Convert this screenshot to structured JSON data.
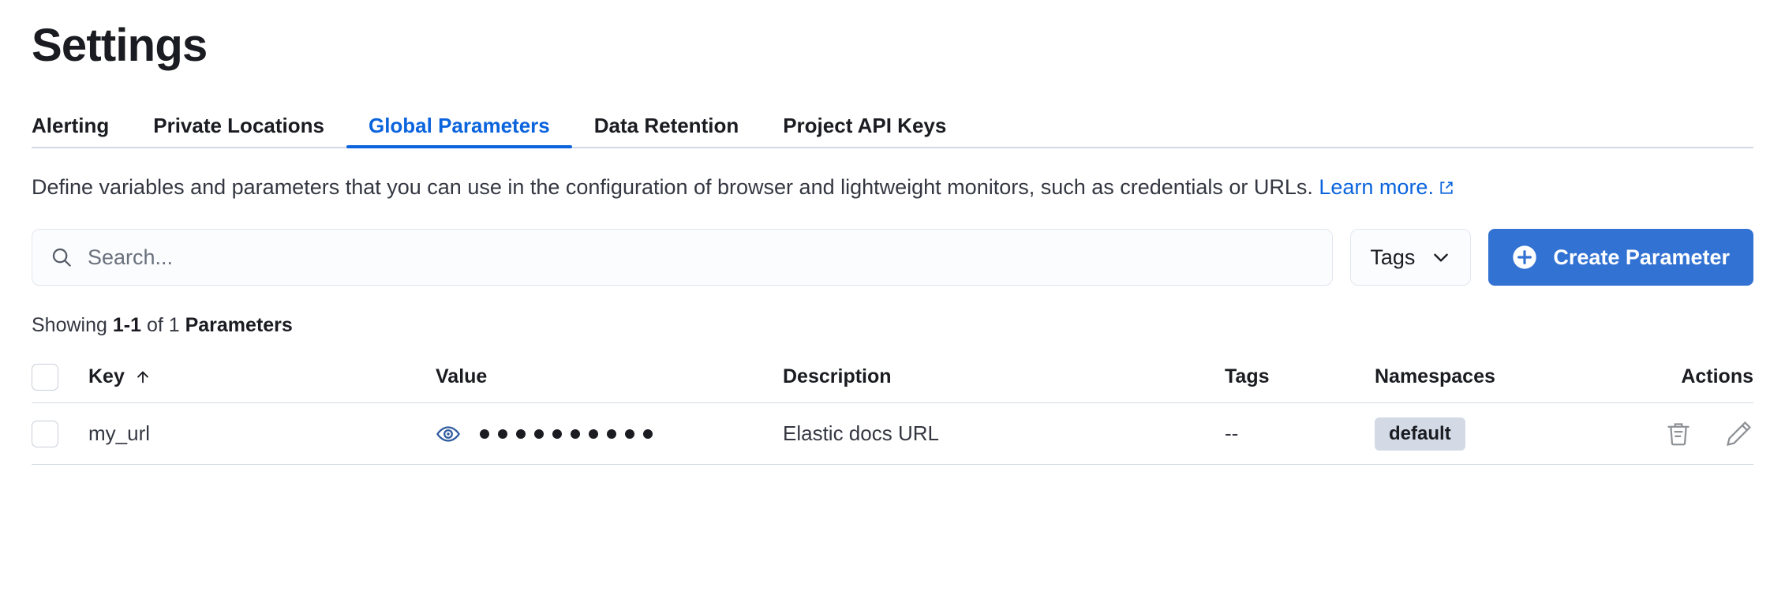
{
  "header": {
    "title": "Settings"
  },
  "tabs": [
    {
      "label": "Alerting",
      "active": false,
      "name": "tab-alerting"
    },
    {
      "label": "Private Locations",
      "active": false,
      "name": "tab-private-locations"
    },
    {
      "label": "Global Parameters",
      "active": true,
      "name": "tab-global-parameters"
    },
    {
      "label": "Data Retention",
      "active": false,
      "name": "tab-data-retention"
    },
    {
      "label": "Project API Keys",
      "active": false,
      "name": "tab-project-api-keys"
    }
  ],
  "description": {
    "text": "Define variables and parameters that you can use in the configuration of browser and lightweight monitors, such as credentials or URLs. ",
    "link_text": "Learn more.",
    "link_icon": "external-link-icon"
  },
  "controls": {
    "search_placeholder": "Search...",
    "search_value": "",
    "search_icon": "search-icon",
    "tags_label": "Tags",
    "tags_icon": "chevron-down-icon",
    "create_label": "Create Parameter",
    "create_icon": "plus-circle-icon"
  },
  "summary": {
    "prefix": "Showing ",
    "range": "1-1",
    "middle": " of 1 ",
    "entity": "Parameters"
  },
  "table": {
    "columns": [
      {
        "label": "Key",
        "sorted": "asc",
        "sort_icon": "sort-arrow-up-icon"
      },
      {
        "label": "Value"
      },
      {
        "label": "Description"
      },
      {
        "label": "Tags"
      },
      {
        "label": "Namespaces"
      },
      {
        "label": "Actions"
      }
    ],
    "rows": [
      {
        "key": "my_url",
        "value_masked": "••••••••••",
        "value_dot_count": 10,
        "value_toggle_icon": "eye-icon",
        "description": "Elastic docs URL",
        "tags": "--",
        "namespaces": [
          "default"
        ],
        "actions": [
          {
            "name": "delete-icon",
            "label": "Delete"
          },
          {
            "name": "edit-pencil-icon",
            "label": "Edit"
          }
        ]
      }
    ]
  },
  "colors": {
    "accent": "#0b64dd",
    "button": "#3272d3",
    "border": "#d3dae6",
    "text": "#343741",
    "badge_bg": "#d3dae6",
    "eye": "#2f5b9e"
  }
}
